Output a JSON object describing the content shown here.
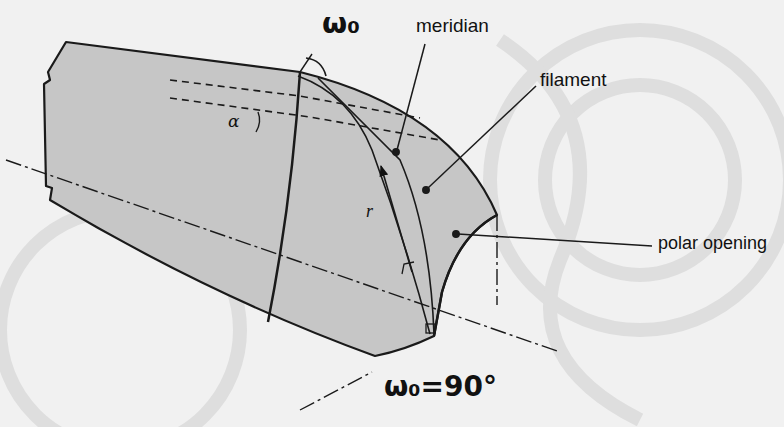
{
  "diagram": {
    "labels": [
      "ω₀",
      "meridian",
      "filament",
      "α",
      "r",
      "polar opening",
      "ω₀=90°"
    ]
  }
}
